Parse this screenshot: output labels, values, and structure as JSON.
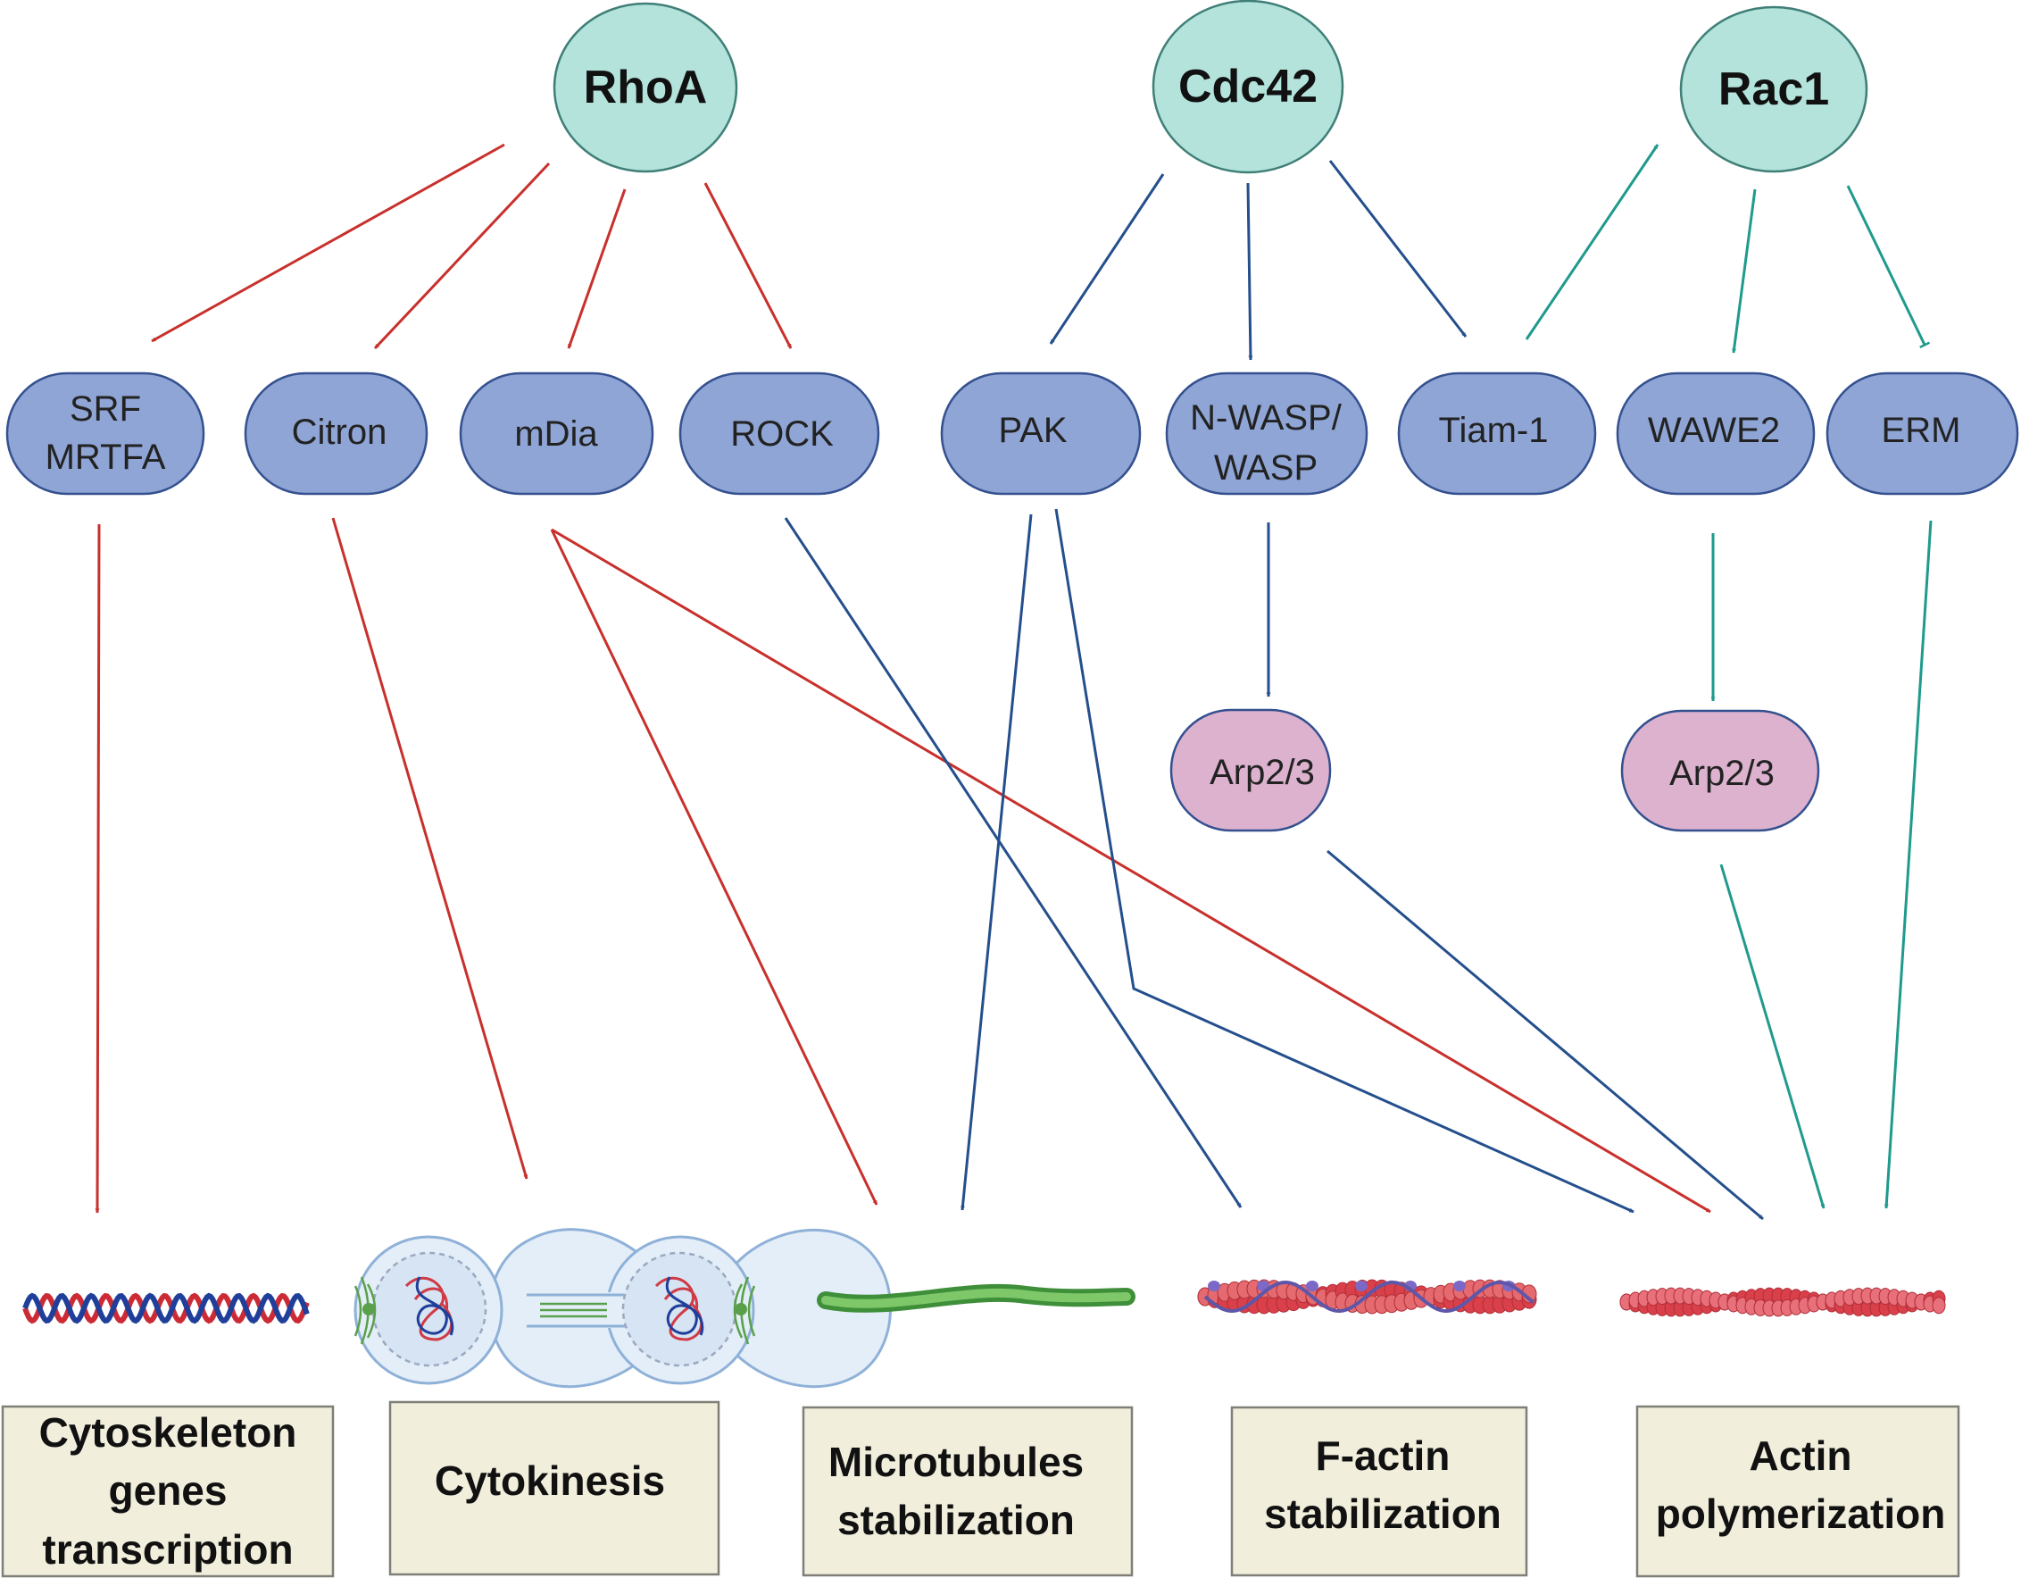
{
  "colors": {
    "gtpase_fill": "#b3e3db",
    "gtpase_stroke": "#3f7f77",
    "effector_fill": "#8fa5d6",
    "effector_stroke": "#34508f",
    "arp_fill": "#dcb2cf",
    "arp_stroke": "#34508f",
    "box_fill": "#f1eedc",
    "box_stroke": "#7f7f78",
    "rhoa_arrow": "#c8302c",
    "cdc42_arrow": "#244f8c",
    "rac1_arrow": "#1f9a8c"
  },
  "gtpases": [
    {
      "id": "rhoa",
      "label": "RhoA"
    },
    {
      "id": "cdc42",
      "label": "Cdc42"
    },
    {
      "id": "rac1",
      "label": "Rac1"
    }
  ],
  "effectors": [
    {
      "id": "srf",
      "lines": [
        "SRF",
        "MRTFA"
      ]
    },
    {
      "id": "citron",
      "lines": [
        "Citron"
      ]
    },
    {
      "id": "mdia",
      "lines": [
        "mDia"
      ]
    },
    {
      "id": "rock",
      "lines": [
        "ROCK"
      ]
    },
    {
      "id": "pak",
      "lines": [
        "PAK"
      ]
    },
    {
      "id": "nwasp",
      "lines": [
        "N-WASP/",
        "WASP"
      ]
    },
    {
      "id": "tiam",
      "lines": [
        "Tiam-1"
      ]
    },
    {
      "id": "wawe",
      "lines": [
        "WAWE2"
      ]
    },
    {
      "id": "erm",
      "lines": [
        "ERM"
      ]
    }
  ],
  "arp_complexes": [
    {
      "id": "arp-left",
      "label": "Arp2/3"
    },
    {
      "id": "arp-right",
      "label": "Arp2/3"
    }
  ],
  "outcomes": [
    {
      "id": "transcription",
      "lines": [
        "Cytoskeleton",
        "genes",
        "transcription"
      ]
    },
    {
      "id": "cytokinesis",
      "lines": [
        "Cytokinesis"
      ]
    },
    {
      "id": "microtubules",
      "lines": [
        "Microtubules",
        "stabilization"
      ]
    },
    {
      "id": "factin",
      "lines": [
        "F-actin",
        "stabilization"
      ]
    },
    {
      "id": "polymerization",
      "lines": [
        "Actin",
        "polymerization"
      ]
    }
  ],
  "illustrations": [
    {
      "id": "dna",
      "icon": "dna-double-helix-icon"
    },
    {
      "id": "dividing-cell",
      "icon": "dividing-cell-icon"
    },
    {
      "id": "microtubule",
      "icon": "microtubule-filament-icon"
    },
    {
      "id": "factin-filament",
      "icon": "f-actin-filament-icon"
    },
    {
      "id": "actin-filament",
      "icon": "actin-filament-icon"
    }
  ],
  "edges": [
    {
      "from": "RhoA",
      "to": "SRF/MRTFA",
      "type": "activation",
      "color": "rhoa"
    },
    {
      "from": "RhoA",
      "to": "Citron",
      "type": "activation",
      "color": "rhoa"
    },
    {
      "from": "RhoA",
      "to": "mDia",
      "type": "activation",
      "color": "rhoa"
    },
    {
      "from": "RhoA",
      "to": "ROCK",
      "type": "activation",
      "color": "rhoa"
    },
    {
      "from": "Cdc42",
      "to": "PAK",
      "type": "activation",
      "color": "cdc42"
    },
    {
      "from": "Cdc42",
      "to": "N-WASP/WASP",
      "type": "activation",
      "color": "cdc42"
    },
    {
      "from": "Cdc42",
      "to": "Tiam-1",
      "type": "activation",
      "color": "cdc42"
    },
    {
      "from": "Tiam-1",
      "to": "Rac1",
      "type": "activation",
      "color": "rac1"
    },
    {
      "from": "Rac1",
      "to": "WAWE2",
      "type": "activation",
      "color": "rac1"
    },
    {
      "from": "Rac1",
      "to": "ERM",
      "type": "inhibition",
      "color": "rac1"
    },
    {
      "from": "SRF/MRTFA",
      "to": "Cytoskeleton genes transcription",
      "type": "activation",
      "color": "rhoa"
    },
    {
      "from": "Citron",
      "to": "Cytokinesis",
      "type": "activation",
      "color": "rhoa"
    },
    {
      "from": "mDia",
      "to": "Microtubules stabilization",
      "type": "activation",
      "color": "rhoa"
    },
    {
      "from": "mDia",
      "to": "Actin polymerization",
      "type": "activation",
      "color": "rhoa"
    },
    {
      "from": "ROCK",
      "to": "F-actin stabilization",
      "type": "activation",
      "color": "cdc42"
    },
    {
      "from": "PAK",
      "to": "Microtubules stabilization",
      "type": "activation",
      "color": "cdc42"
    },
    {
      "from": "PAK",
      "to": "Actin polymerization",
      "type": "activation",
      "color": "cdc42"
    },
    {
      "from": "N-WASP/WASP",
      "to": "Arp2/3",
      "type": "activation",
      "color": "cdc42"
    },
    {
      "from": "Arp2/3",
      "to": "Actin polymerization",
      "type": "activation",
      "color": "cdc42"
    },
    {
      "from": "WAWE2",
      "to": "Arp2/3",
      "type": "activation",
      "color": "rac1"
    },
    {
      "from": "Arp2/3",
      "to": "Actin polymerization",
      "type": "activation",
      "color": "rac1"
    },
    {
      "from": "ERM",
      "to": "Actin polymerization",
      "type": "activation",
      "color": "rac1"
    }
  ]
}
